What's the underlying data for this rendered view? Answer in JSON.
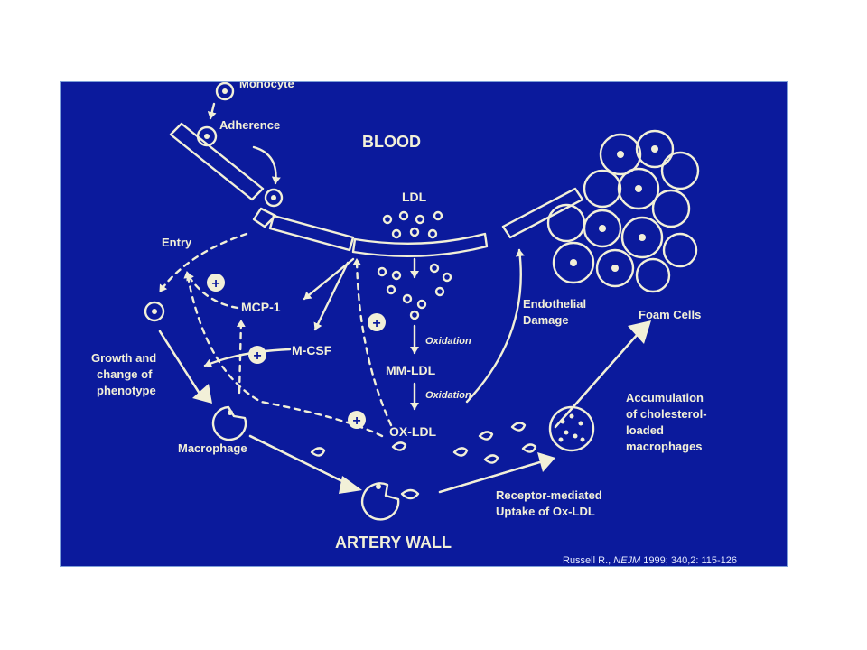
{
  "labels": {
    "monocyte": "Monocyte",
    "adherence": "Adherence",
    "blood": "BLOOD",
    "ldl": "LDL",
    "entry": "Entry",
    "mcp1": "MCP-1",
    "mcsf": "M-CSF",
    "plus": "+",
    "oxidation": "Oxidation",
    "mm_ldl": "MM-LDL",
    "ox_ldl": "OX-LDL",
    "endothelial_line1": "Endothelial",
    "endothelial_line2": "Damage",
    "foam_cells": "Foam Cells",
    "growth_line1": "Growth and",
    "growth_line2": "change of",
    "growth_line3": "phenotype",
    "macrophage": "Macrophage",
    "accum_line1": "Accumulation",
    "accum_line2": "of cholesterol-",
    "accum_line3": "loaded",
    "accum_line4": "macrophages",
    "receptor_line1": "Receptor-mediated",
    "receptor_line2": "Uptake of Ox-LDL",
    "artery_wall": "ARTERY WALL"
  },
  "citation": {
    "author": "Russell R.,",
    "journal": "NEJM",
    "details": "1999; 340,2: 115-126"
  },
  "colors": {
    "background": "#0b1a9c",
    "line": "#f2f0d8"
  }
}
